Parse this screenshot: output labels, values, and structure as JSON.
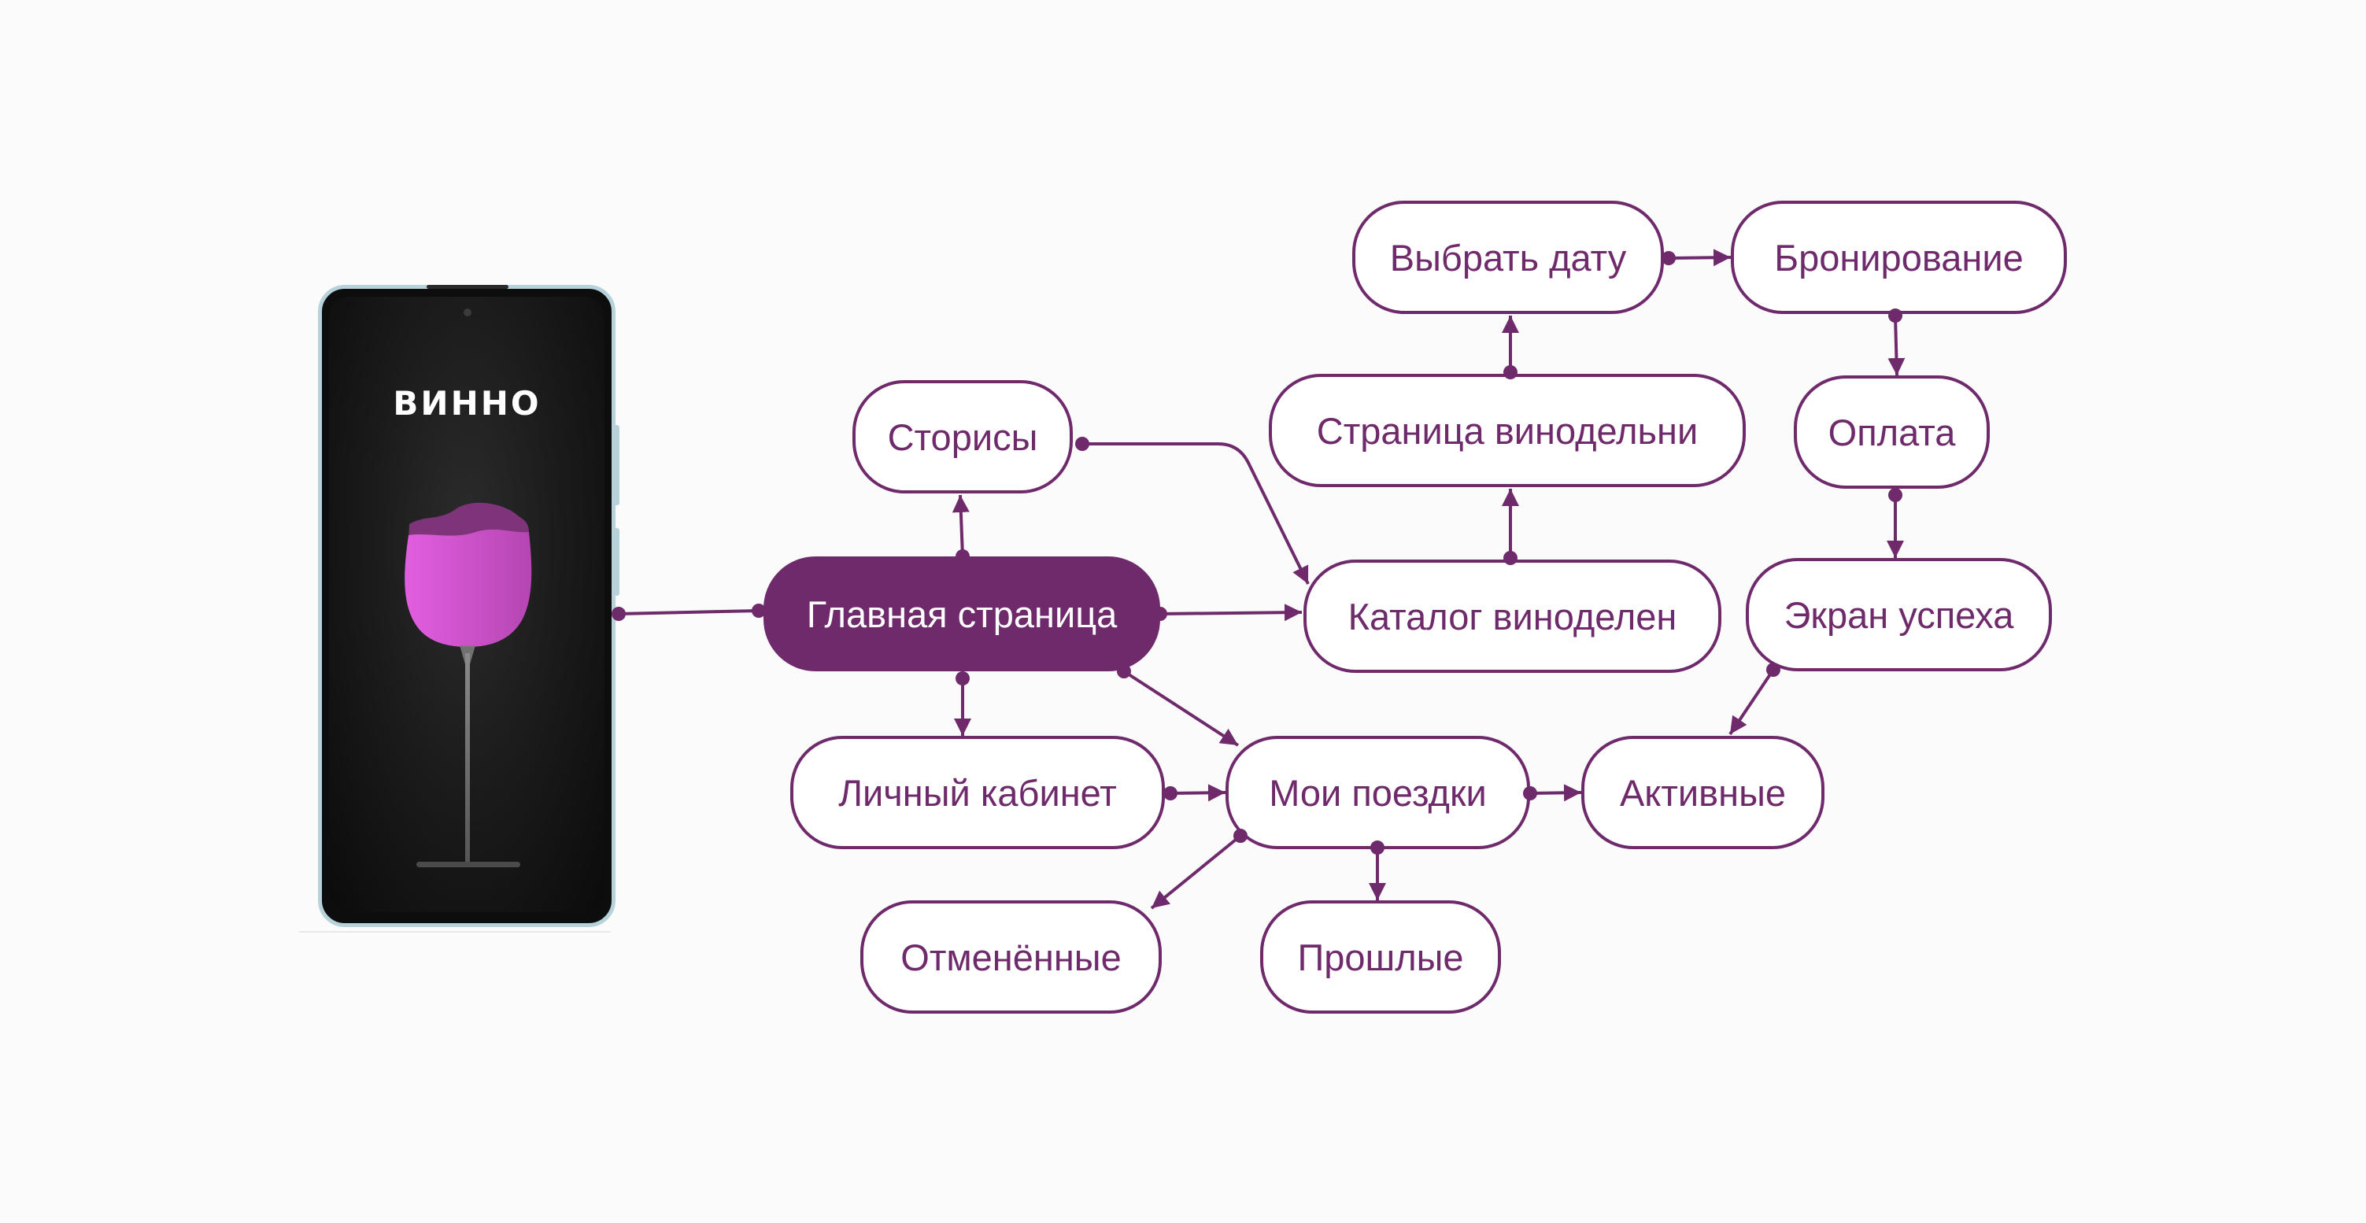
{
  "phone": {
    "brand": "ВИННО"
  },
  "nodes": [
    {
      "label": "Главная страница"
    },
    {
      "label": "Сторисы"
    },
    {
      "label": "Каталог виноделен"
    },
    {
      "label": "Страница винодельни"
    },
    {
      "label": "Выбрать дату"
    },
    {
      "label": "Бронирование"
    },
    {
      "label": "Оплата"
    },
    {
      "label": "Экран успеха"
    },
    {
      "label": "Активные"
    },
    {
      "label": "Мои поездки"
    },
    {
      "label": "Личный кабинет"
    },
    {
      "label": "Отменённые"
    },
    {
      "label": "Прошлые"
    }
  ],
  "edges": [
    {
      "from": 0,
      "to": 1
    },
    {
      "from": 0,
      "to": 2
    },
    {
      "from": 1,
      "to": 2
    },
    {
      "from": 2,
      "to": 3
    },
    {
      "from": 3,
      "to": 4
    },
    {
      "from": 4,
      "to": 5
    },
    {
      "from": 5,
      "to": 6
    },
    {
      "from": 6,
      "to": 7
    },
    {
      "from": 7,
      "to": 8
    },
    {
      "from": 0,
      "to": 10
    },
    {
      "from": 0,
      "to": 9
    },
    {
      "from": 10,
      "to": 9
    },
    {
      "from": 9,
      "to": 8
    },
    {
      "from": 9,
      "to": 11
    },
    {
      "from": 9,
      "to": 12
    }
  ],
  "colors": {
    "accent": "#6f2a6c",
    "background": "#fbfbfc",
    "node_fill": "#ffffff",
    "phone_frame": "#b7d2da",
    "glass_liquid": "#d455d0",
    "glass_rim": "#7d3479"
  }
}
